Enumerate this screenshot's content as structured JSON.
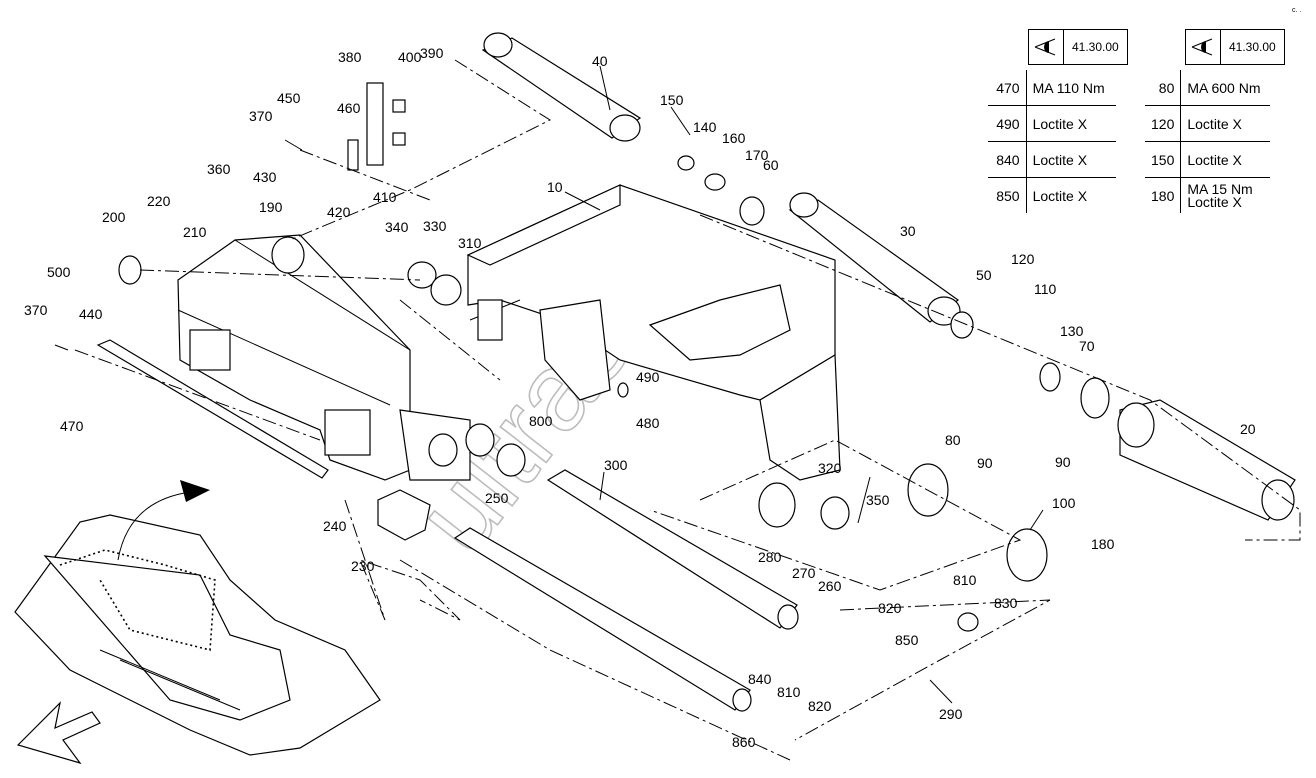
{
  "reference_boxes": [
    {
      "icon": "eye-view-icon",
      "code": "41.30.00"
    },
    {
      "icon": "eye-view-icon",
      "code": "41.30.00"
    }
  ],
  "spec_left": [
    {
      "item": "470",
      "spec": "MA 110 Nm"
    },
    {
      "item": "490",
      "spec": "Loctite X"
    },
    {
      "item": "840",
      "spec": "Loctite X"
    },
    {
      "item": "850",
      "spec": "Loctite X"
    }
  ],
  "spec_right": [
    {
      "item": "80",
      "spec": "MA 600 Nm"
    },
    {
      "item": "120",
      "spec": "Loctite X"
    },
    {
      "item": "150",
      "spec": "Loctite X"
    },
    {
      "item": "180",
      "spec": "MA 15 Nm Loctite X"
    }
  ],
  "part_labels": [
    "40",
    "150",
    "380",
    "400",
    "390",
    "460",
    "450",
    "370",
    "140",
    "160",
    "170",
    "60",
    "10",
    "430",
    "420",
    "410",
    "360",
    "220",
    "200",
    "210",
    "190",
    "340",
    "330",
    "310",
    "30",
    "50",
    "120",
    "110",
    "500",
    "130",
    "370",
    "440",
    "70",
    "490",
    "480",
    "470",
    "800",
    "300",
    "80",
    "90",
    "20",
    "90",
    "320",
    "250",
    "350",
    "240",
    "100",
    "280",
    "230",
    "270",
    "260",
    "180",
    "810",
    "820",
    "830",
    "850",
    "840",
    "810",
    "820",
    "290",
    "860"
  ],
  "watermark": "ultrasoft",
  "corner_mark": "c. ."
}
